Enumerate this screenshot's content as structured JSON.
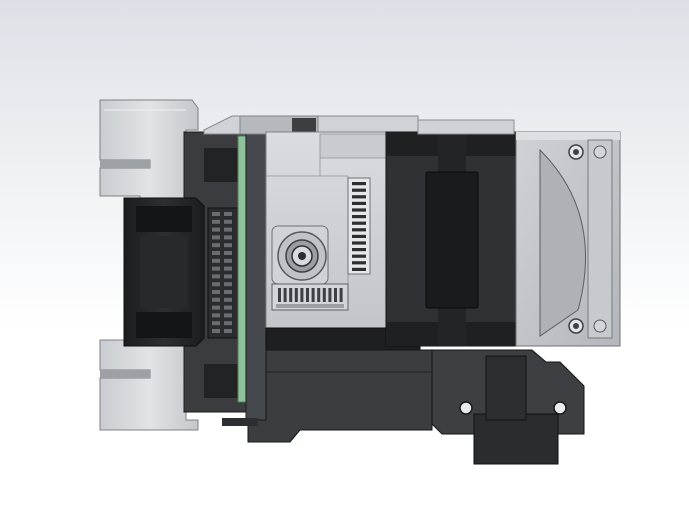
{
  "scene": {
    "background_top_color": "#dde1e7",
    "background_bottom_color": "#ffffff",
    "colors": {
      "light_metal": "#d6d9dd",
      "medium_metal": "#b8bcc1",
      "dark_plastic": "#2e3033",
      "black_plastic": "#1b1c1e",
      "mid_grey": "#5a5d61",
      "pcb_green": "#8fc29a",
      "edge_highlight": "#f2f3f5"
    },
    "parts": [
      {
        "id": "left-bracket",
        "icon": "sheet-metal-bracket"
      },
      {
        "id": "black-connector-housing",
        "icon": "connector-housing"
      },
      {
        "id": "pin-header",
        "icon": "pin-header-connector"
      },
      {
        "id": "pcb-board",
        "icon": "pcb-board"
      },
      {
        "id": "center-housing",
        "icon": "housing-block"
      },
      {
        "id": "lens-socket",
        "icon": "lens-socket"
      },
      {
        "id": "gear-rack",
        "icon": "gear-rack"
      },
      {
        "id": "ribbon-connector",
        "icon": "ribbon-connector"
      },
      {
        "id": "motor-body",
        "icon": "stepper-motor"
      },
      {
        "id": "fan-unit",
        "icon": "cooling-fan"
      },
      {
        "id": "mounting-plate",
        "icon": "mounting-plate"
      }
    ]
  }
}
